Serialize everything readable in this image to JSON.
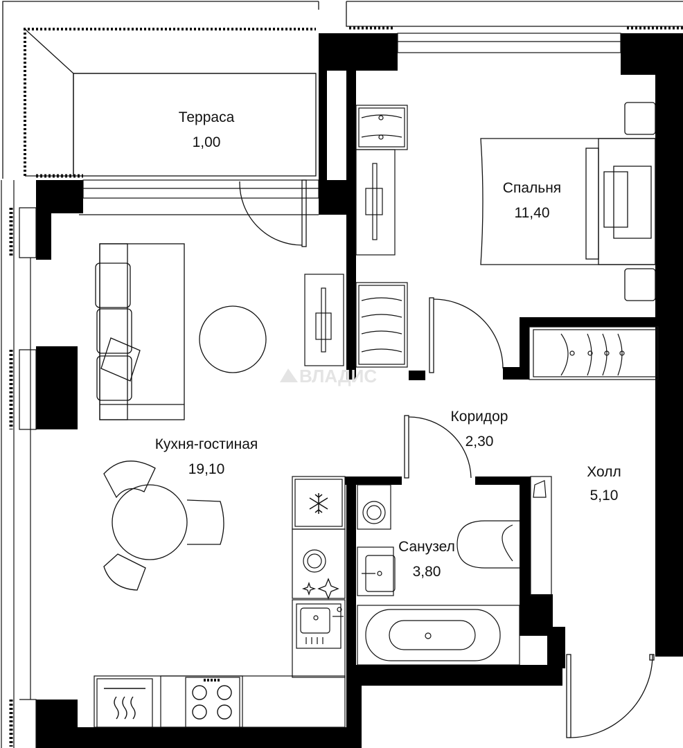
{
  "watermark": "ВЛАДИС",
  "rooms": {
    "terrace": {
      "name": "Терраса",
      "area": "1,00"
    },
    "bedroom": {
      "name": "Спальня",
      "area": "11,40"
    },
    "living": {
      "name": "Кухня-гостиная",
      "area": "19,10"
    },
    "corridor": {
      "name": "Коридор",
      "area": "2,30"
    },
    "hall": {
      "name": "Холл",
      "area": "5,10"
    },
    "bathroom": {
      "name": "Санузел",
      "area": "3,80"
    }
  },
  "colors": {
    "wall": "#000000",
    "line": "#111111",
    "background": "#ffffff",
    "watermark": "#e4e4e4"
  },
  "icons": [
    "snowflake-icon",
    "sparkle-icon",
    "steam-icon",
    "stove-burner-icon",
    "watermark-logo-icon"
  ]
}
